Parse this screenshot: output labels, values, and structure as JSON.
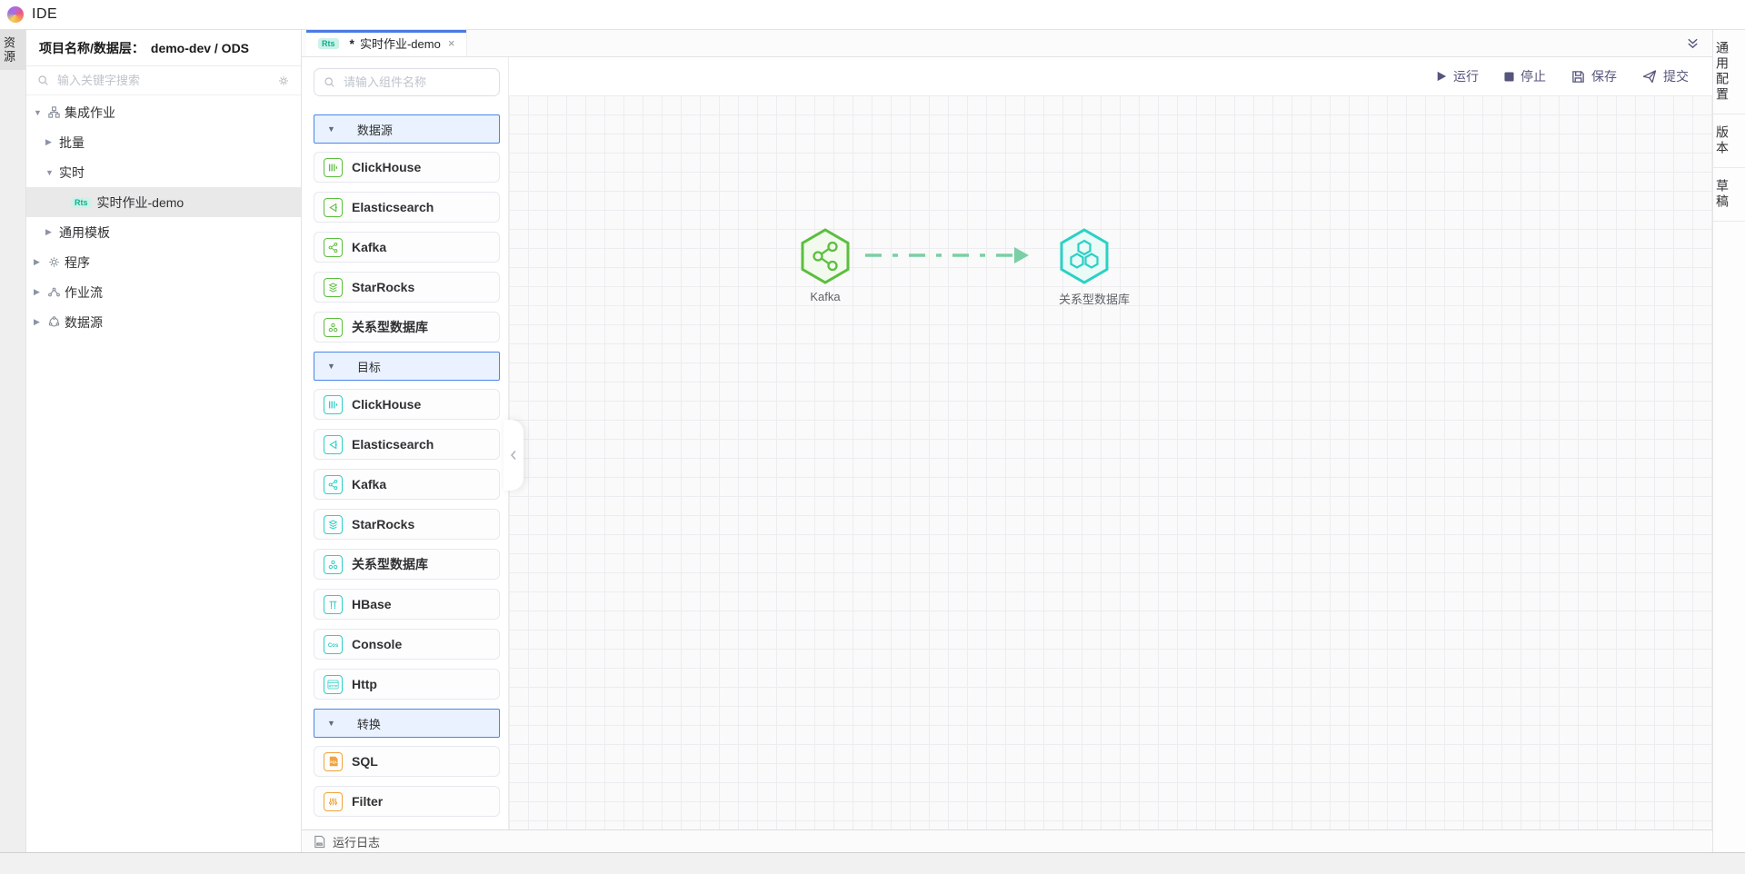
{
  "app": {
    "title": "IDE"
  },
  "colors": {
    "accent_blue": "#4a86e8",
    "source_green": "#5cbe3e",
    "target_teal": "#2bd0c5",
    "transform_orange": "#f0a43c",
    "toolbar_slate": "#55557d",
    "edge_green": "#7bcfa4"
  },
  "left_gutter": {
    "tab": "资源"
  },
  "sidebar": {
    "header_label": "项目名称/数据层：",
    "header_value": "demo-dev / ODS",
    "search_placeholder": "输入关键字搜索",
    "tree": [
      {
        "label": "集成作业",
        "indent": 0,
        "arrow": "down",
        "icon": "integration-jobs-icon"
      },
      {
        "label": "批量",
        "indent": 1,
        "arrow": "right"
      },
      {
        "label": "实时",
        "indent": 1,
        "arrow": "down"
      },
      {
        "label": "实时作业-demo",
        "indent": 2,
        "badge": "Rts",
        "selected": true
      },
      {
        "label": "通用模板",
        "indent": 1,
        "arrow": "right"
      },
      {
        "label": "程序",
        "indent": 0,
        "arrow": "right",
        "icon": "gear-icon"
      },
      {
        "label": "作业流",
        "indent": 0,
        "arrow": "right",
        "icon": "workflow-icon"
      },
      {
        "label": "数据源",
        "indent": 0,
        "arrow": "right",
        "icon": "datasource-icon"
      }
    ]
  },
  "tabbar": {
    "active_tab": {
      "badge": "Rts",
      "dirty_marker": "*",
      "title": "实时作业-demo",
      "close": "×"
    }
  },
  "palette": {
    "search_placeholder": "请输入组件名称",
    "sections": [
      {
        "label": "数据源",
        "variant": "source",
        "items": [
          {
            "label": "ClickHouse",
            "icon": "clickhouse-icon"
          },
          {
            "label": "Elasticsearch",
            "icon": "elasticsearch-icon"
          },
          {
            "label": "Kafka",
            "icon": "kafka-icon"
          },
          {
            "label": "StarRocks",
            "icon": "starrocks-icon"
          },
          {
            "label": "关系型数据库",
            "icon": "relational-db-icon"
          }
        ]
      },
      {
        "label": "目标",
        "variant": "target",
        "items": [
          {
            "label": "ClickHouse",
            "icon": "clickhouse-icon"
          },
          {
            "label": "Elasticsearch",
            "icon": "elasticsearch-icon"
          },
          {
            "label": "Kafka",
            "icon": "kafka-icon"
          },
          {
            "label": "StarRocks",
            "icon": "starrocks-icon"
          },
          {
            "label": "关系型数据库",
            "icon": "relational-db-icon"
          },
          {
            "label": "HBase",
            "icon": "hbase-icon"
          },
          {
            "label": "Console",
            "icon": "console-icon"
          },
          {
            "label": "Http",
            "icon": "http-icon"
          }
        ]
      },
      {
        "label": "转换",
        "variant": "transform",
        "items": [
          {
            "label": "SQL",
            "icon": "sql-icon"
          },
          {
            "label": "Filter",
            "icon": "filter-icon"
          }
        ]
      }
    ]
  },
  "canvas": {
    "toolbar": {
      "run": "运行",
      "stop": "停止",
      "save": "保存",
      "submit": "提交"
    },
    "nodes": [
      {
        "label": "Kafka",
        "type": "source"
      },
      {
        "label": "关系型数据库",
        "type": "target"
      }
    ]
  },
  "right_panel": {
    "tabs": [
      {
        "label": "通用配置"
      },
      {
        "label": "版本"
      },
      {
        "label": "草稿"
      }
    ]
  },
  "logbar": {
    "label": "运行日志"
  }
}
